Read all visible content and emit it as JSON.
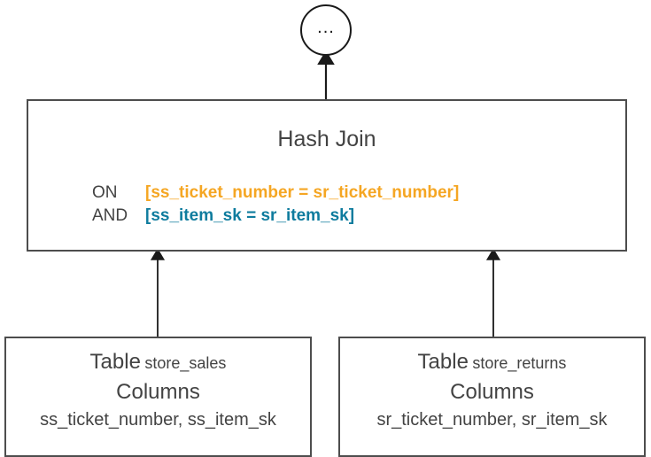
{
  "diagram": {
    "type": "query-plan-tree",
    "background": "#ffffff",
    "colors": {
      "text": "#434343",
      "box_border": "#4d4d4d",
      "node_border": "#1a1a1a",
      "edge": "#1a1a1a",
      "predicate_primary": "#f5a623",
      "predicate_secondary": "#0f7c9e"
    }
  },
  "continuation_node": {
    "label": "...",
    "shape": "circle"
  },
  "join_node": {
    "title": "Hash Join",
    "predicates": [
      {
        "keyword": "ON",
        "expression": "[ss_ticket_number = sr_ticket_number]",
        "color": "#f5a623"
      },
      {
        "keyword": "AND",
        "expression": "[ss_item_sk = sr_item_sk]",
        "color": "#0f7c9e"
      }
    ]
  },
  "scans": [
    {
      "table_label": "Table",
      "table_name": "store_sales",
      "columns_label": "Columns",
      "columns": "ss_ticket_number, ss_item_sk"
    },
    {
      "table_label": "Table",
      "table_name": "store_returns",
      "columns_label": "Columns",
      "columns": "sr_ticket_number, sr_item_sk"
    }
  ],
  "edges": [
    {
      "from": "join_node",
      "to": "continuation_node",
      "direction": "up"
    },
    {
      "from": "scan_left",
      "to": "join_node",
      "direction": "up"
    },
    {
      "from": "scan_right",
      "to": "join_node",
      "direction": "up"
    }
  ]
}
